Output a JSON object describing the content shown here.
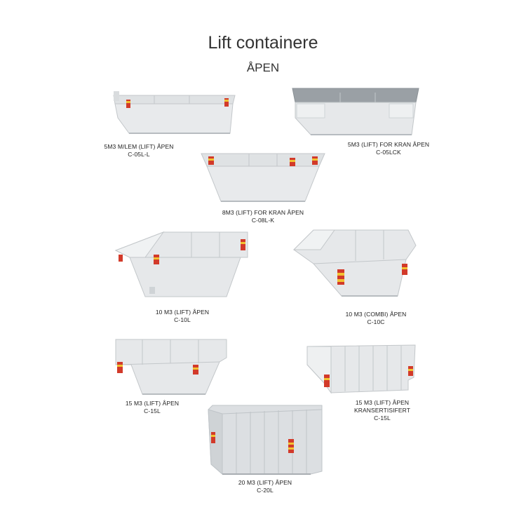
{
  "page": {
    "title": "Lift containere",
    "subtitle": "ÅPEN"
  },
  "colors": {
    "container_body": "#e6e8ea",
    "container_shade": "#cfd3d6",
    "container_dark": "#b7bcc0",
    "reflector_red": "#d23a2a",
    "reflector_yellow": "#f2c230"
  },
  "containers": [
    {
      "model": "5M3 M/LEM (LIFT) ÅPEN",
      "code": "C-05L-L"
    },
    {
      "model": "5M3 (LIFT) FOR KRAN ÅPEN",
      "code": "C-05LCK"
    },
    {
      "model": "8M3 (LIFT) FOR KRAN ÅPEN",
      "code": "C-08L-K"
    },
    {
      "model": "10 M3 (LIFT) ÅPEN",
      "code": "C-10L"
    },
    {
      "model": "10 M3 (COMBI) ÅPEN",
      "code": "C-10C"
    },
    {
      "model": "15 M3 (LIFT) ÅPEN",
      "code": "C-15L"
    },
    {
      "model": "15 M3 (LIFT) ÅPEN",
      "line2": "KRANSERTISIFERT",
      "code": "C-15L"
    },
    {
      "model": "20 M3 (LIFT) ÅPEN",
      "code": "C-20L"
    }
  ]
}
